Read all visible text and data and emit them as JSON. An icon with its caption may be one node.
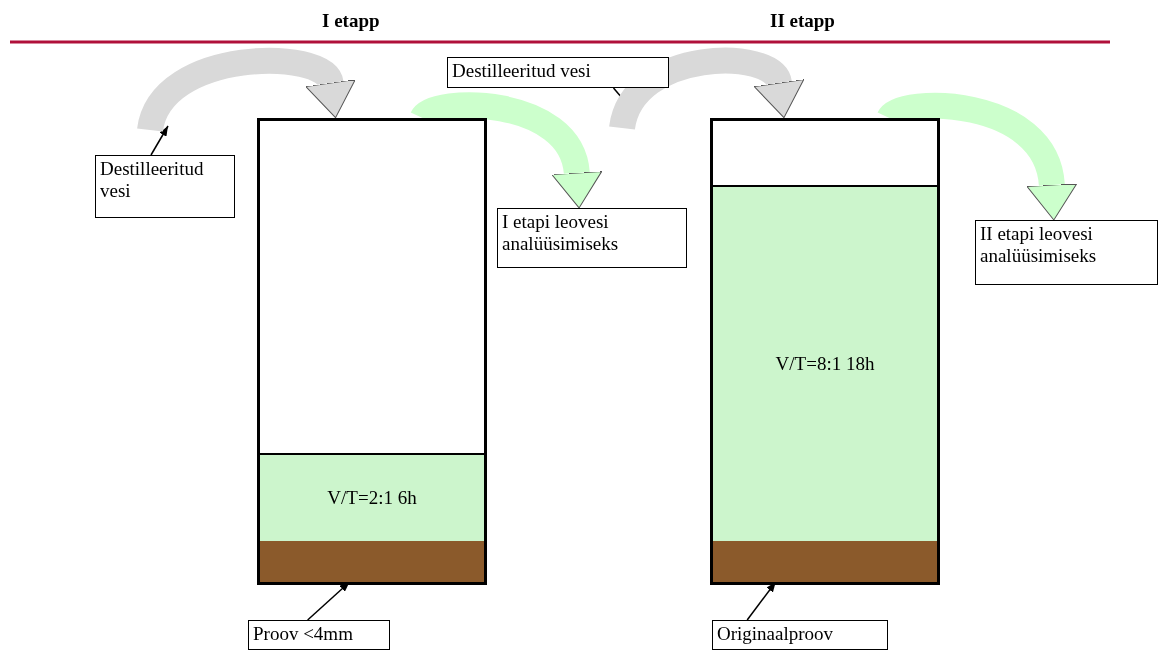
{
  "diagram": {
    "nodes": [
      {
        "text": [],
        "shape": "box"
      },
      {
        "text": [
          "V/T=2:1 6h"
        ],
        "in": 0
      },
      {
        "text": [],
        "shape": "bar",
        "in": 0
      },
      {
        "text": [
          "Destilleeritud vesi"
        ]
      },
      {
        "text": [
          "I etapi leovesi analüüsimiseks"
        ]
      },
      {
        "text": [
          "Proov <4mm"
        ]
      },
      {
        "text": [],
        "shape": "box"
      },
      {
        "text": [
          "V/T=8:1 18h"
        ],
        "in": 6
      },
      {
        "text": [],
        "shape": "bar",
        "in": 6
      },
      {
        "text": [
          "Destilleeritud vesi"
        ]
      },
      {
        "text": [
          "II etapi leovesi analüüsimiseks"
        ]
      },
      {
        "text": [
          "Originaalproov"
        ]
      }
    ],
    "edges": [
      {
        "from": 3,
        "to": null,
        "arrow": "to"
      },
      {
        "from": null,
        "to": 0,
        "arrow": "to",
        "style": "thick",
        "color": "#d9d9d9"
      },
      {
        "from": 0,
        "to": 4,
        "arrow": "to",
        "style": "thick",
        "color": "#ccffcc"
      },
      {
        "from": 5,
        "to": 2,
        "arrow": "to"
      },
      {
        "from": 9,
        "to": null,
        "arrow": "to"
      },
      {
        "from": null,
        "to": 6,
        "arrow": "to",
        "style": "thick",
        "color": "#d9d9d9"
      },
      {
        "from": 6,
        "to": 10,
        "arrow": "to",
        "style": "thick",
        "color": "#ccffcc"
      },
      {
        "from": 11,
        "to": 8,
        "arrow": "to"
      }
    ],
    "labels": [
      "I etapp",
      "II etapp"
    ]
  }
}
